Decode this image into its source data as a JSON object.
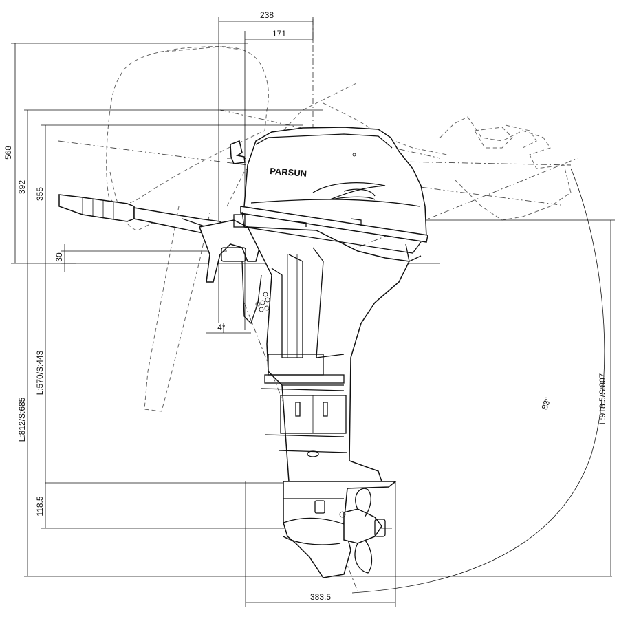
{
  "brand": "PARSUN",
  "dimensions": {
    "top_width": "238",
    "top_inner_width": "171",
    "height_568": "568",
    "height_392": "392",
    "height_355": "355",
    "height_30": "30",
    "tilt_4": "4°",
    "long_short_812_685": "L:812/S:685",
    "long_short_570_443": "L:570/S:443",
    "height_118_5": "118.5",
    "bottom_width": "383.5",
    "long_short_918_807": "L:918.5/S:807",
    "tilt_83": "83°"
  }
}
